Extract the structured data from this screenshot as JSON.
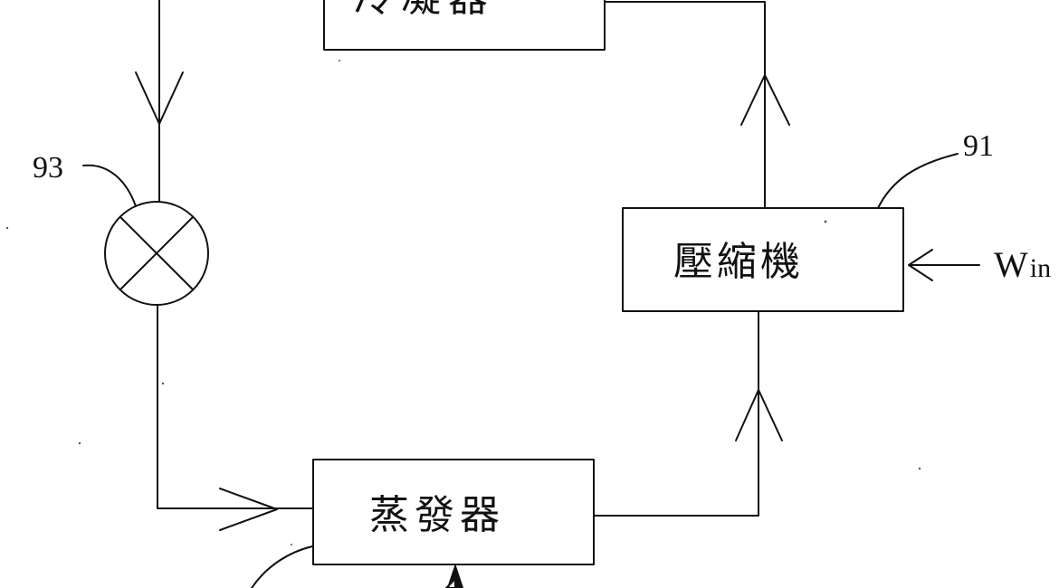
{
  "diagram": {
    "title": "Refrigeration cycle",
    "components": {
      "condenser": {
        "label": "冷凝器"
      },
      "compressor": {
        "label": "壓縮機",
        "ref": "91"
      },
      "evaporator": {
        "label": "蒸發器"
      },
      "expansion_valve": {
        "ref": "93"
      }
    },
    "work_input": {
      "main": "W",
      "sub": "in"
    },
    "colors": {
      "ink": "#111111",
      "background": "#ffffff"
    }
  }
}
